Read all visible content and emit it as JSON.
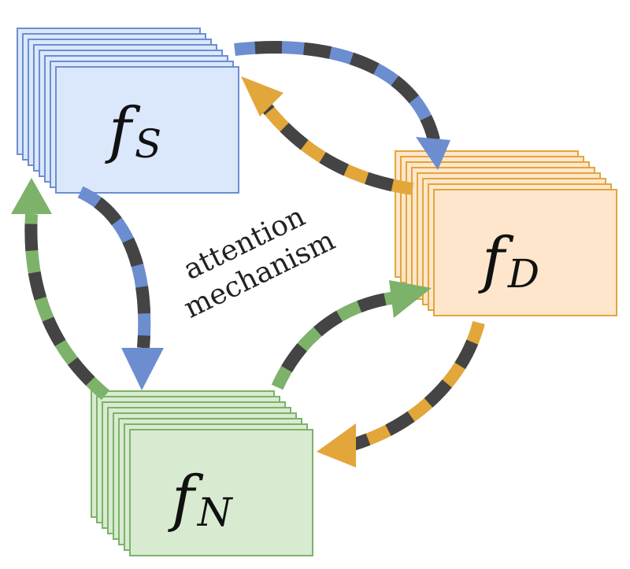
{
  "colors": {
    "blue_fill": "#dbe8fb",
    "blue_stroke": "#6c8ed0",
    "orange_fill": "#fde6cc",
    "orange_stroke": "#e2a63a",
    "green_fill": "#d8ebd1",
    "green_stroke": "#7cb26a",
    "dark_dash": "#444444"
  },
  "nodes": {
    "s": {
      "symbol": "f",
      "subscript": "S"
    },
    "d": {
      "symbol": "f",
      "subscript": "D"
    },
    "n": {
      "symbol": "f",
      "subscript": "N"
    }
  },
  "label": {
    "line1": "attention",
    "line2": "mechanism"
  }
}
